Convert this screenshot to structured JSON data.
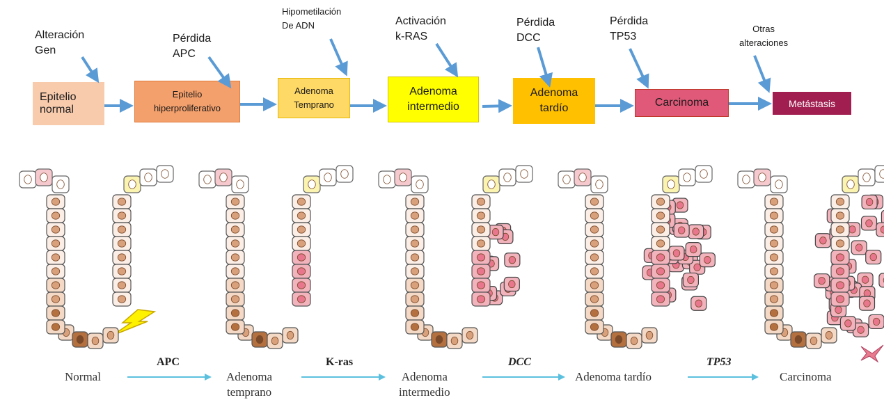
{
  "flow": {
    "stages": [
      {
        "line1": "Epitelio",
        "line2": "normal",
        "color": "#f8cbad"
      },
      {
        "line1": "Epitelio",
        "line2": "hiperproliferativo",
        "color": "#f4a06c"
      },
      {
        "line1": "Adenoma",
        "line2": "Temprano",
        "color": "#ffd966"
      },
      {
        "line1": "Adenoma",
        "line2": "intermedio",
        "color": "#ffff00"
      },
      {
        "line1": "Adenoma",
        "line2": "tardío",
        "color": "#ffc000"
      },
      {
        "line1": "Carcinoma",
        "line2": "",
        "color": "#e15979"
      },
      {
        "line1": "Metástasis",
        "line2": "",
        "color": "#a01f50"
      }
    ],
    "events": [
      {
        "line1": "Alteración",
        "line2": "Gen"
      },
      {
        "line1": "Pérdida",
        "line2": "APC"
      },
      {
        "line1": "Hipometilación",
        "line2": "De ADN"
      },
      {
        "line1": "Activación",
        "line2": "k-RAS"
      },
      {
        "line1": "Pérdida",
        "line2": "DCC"
      },
      {
        "line1": "Pérdida",
        "line2": "TP53"
      },
      {
        "line1": "Otras",
        "line2": "alteraciones"
      }
    ],
    "arrow_color": "#5b9bd5"
  },
  "progression": {
    "stages": [
      {
        "line1": "Normal",
        "line2": ""
      },
      {
        "line1": "Adenoma",
        "line2": "temprano"
      },
      {
        "line1": "Adenoma",
        "line2": "intermedio"
      },
      {
        "line1": "Adenoma tardío",
        "line2": ""
      },
      {
        "line1": "Carcinoma",
        "line2": ""
      }
    ],
    "genes": [
      "APC",
      "K-ras",
      "DCC",
      "TP53"
    ],
    "arrow_color": "#5bc0de"
  }
}
